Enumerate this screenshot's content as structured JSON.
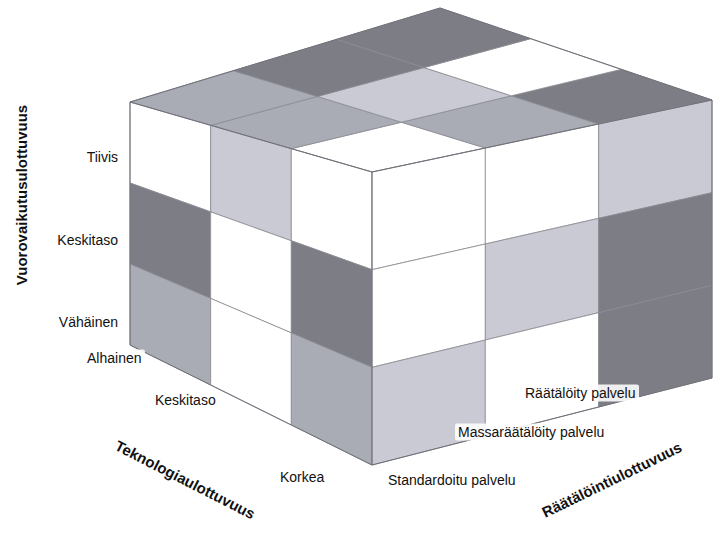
{
  "diagram": {
    "labels": [
      "Vuorovaikutusulottuvuus",
      "Tiivis",
      "Keskitaso",
      "Vähäinen",
      "Alhainen",
      "Keskitaso",
      "Korkea",
      "Teknologiaulottuvuus",
      "Räätälöity palvelu",
      "Massaräätälöity palvelu",
      "Standardoitu palvelu",
      "Räätälöintiulottuvuus"
    ]
  }
}
